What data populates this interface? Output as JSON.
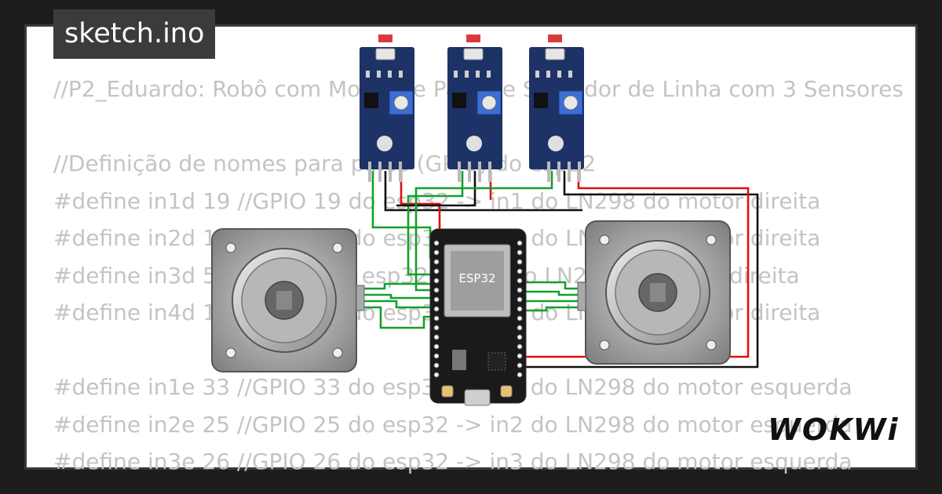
{
  "editor": {
    "tab_title": "sketch.ino",
    "code_lines": [
      "//P2_Eduardo: Robô com Motor de Passo e Seguidor de Linha com 3 Sensores",
      "",
      "//Definição de nomes para pinos (GPIO) do esp32",
      "#define in1d 19 //GPIO 19 do esp32 -> in1 do LN298 do motor direita",
      "#define in2d 18 //GPIO 18 do esp32 -> in2 do LN298 do motor direita",
      "#define in3d 5  //GPIO 5 do esp32 -> in3 do LN298 do motor direita",
      "#define in4d 17 //GPIO 17 do esp32 -> in4 do LN298 do motor direita",
      "",
      "#define in1e 33 //GPIO 33 do esp32 -> in1 do LN298 do motor esquerda",
      "#define in2e 25 //GPIO 25 do esp32 -> in2 do LN298 do motor esquerda",
      "#define in3e 26 //GPIO 26 do esp32 -> in3 do LN298 do motor esquerda"
    ]
  },
  "board": {
    "chip_label": "ESP32"
  },
  "brand": {
    "logo_text": "WOKWi"
  },
  "colors": {
    "sensor_pcb": "#1d3266",
    "wire_green": "#14a02a",
    "wire_red": "#dd1111",
    "wire_black": "#111111",
    "motor_body": "#9a9a9a",
    "esp_board": "#1a1a1a"
  }
}
